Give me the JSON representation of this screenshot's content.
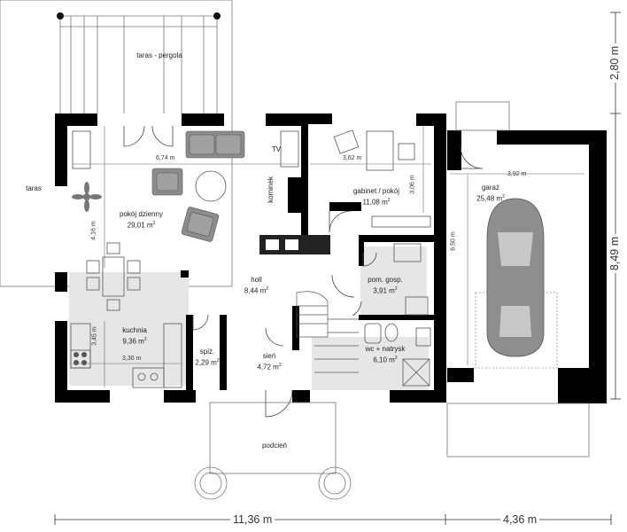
{
  "rooms": [
    {
      "id": "taras_pergola",
      "name": "taras - pergola",
      "area": ""
    },
    {
      "id": "taras",
      "name": "taras",
      "area": ""
    },
    {
      "id": "pokoj_dzienny",
      "name": "pokój dzienny",
      "area": "29,01 m",
      "unit_sup": "2"
    },
    {
      "id": "gabinet",
      "name": "gabinet / pokój",
      "area": "11,08 m",
      "unit_sup": "2"
    },
    {
      "id": "holl",
      "name": "holl",
      "area": "8,44 m",
      "unit_sup": "2"
    },
    {
      "id": "pom_gosp",
      "name": "pom. gosp.",
      "area": "3,91 m",
      "unit_sup": "2"
    },
    {
      "id": "kuchnia",
      "name": "kuchnia",
      "area": "9,36 m",
      "unit_sup": "2"
    },
    {
      "id": "spiz",
      "name": "spiż.",
      "area": "2,29 m",
      "unit_sup": "2"
    },
    {
      "id": "sien",
      "name": "sień",
      "area": "4,72 m",
      "unit_sup": "2"
    },
    {
      "id": "wc",
      "name": "wc + natrysk",
      "area": "6,10 m",
      "unit_sup": "2"
    },
    {
      "id": "garaz",
      "name": "garaż",
      "area": "25,48 m",
      "unit_sup": "2"
    },
    {
      "id": "podcien",
      "name": "podcień",
      "area": ""
    }
  ],
  "labels": {
    "tv": "TV",
    "kominek": "kominek"
  },
  "inner_dims": {
    "d674": "6,74 m",
    "d416": "4,16 m",
    "d362": "3,62 m",
    "d306": "3,06 m",
    "d345": "3,45 m",
    "d330": "3,30 m",
    "d392": "3,92 m",
    "d650": "6,50 m"
  },
  "outer_dims": {
    "total_width": "11,36 m",
    "garage_width": "4,36 m",
    "total_depth": "8,49 m",
    "terrace_depth": "2,80 m"
  },
  "colors": {
    "wall": "#000000",
    "tile": "#e6e6e6",
    "furniture": "#8c8c8c",
    "line": "#555555"
  }
}
